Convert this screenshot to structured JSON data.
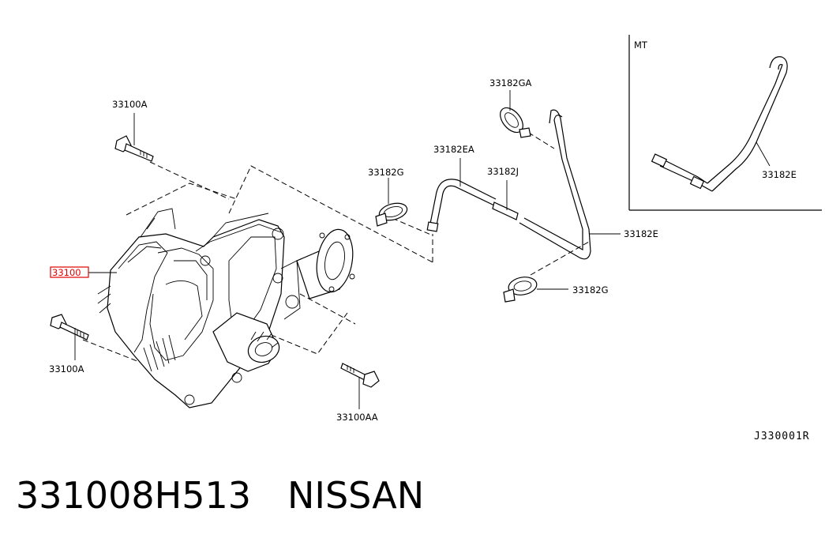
{
  "labels": {
    "bolt_top": "33100A",
    "bolt_bottom": "33100A",
    "bolt_front": "33100AA",
    "assembly_highlight": "33100",
    "clamp_ga": "33182GA",
    "hose_ea": "33182EA",
    "clamp_g_upper": "33182G",
    "joint_j": "33182J",
    "pipe_e": "33182E",
    "clamp_g_lower": "33182G",
    "inset_pipe_e": "33182E",
    "inset_title": "MT"
  },
  "reference_code": "J330001R",
  "footer": {
    "part_number": "331008H513",
    "brand": "NISSAN"
  },
  "highlight_color": "#e00000"
}
